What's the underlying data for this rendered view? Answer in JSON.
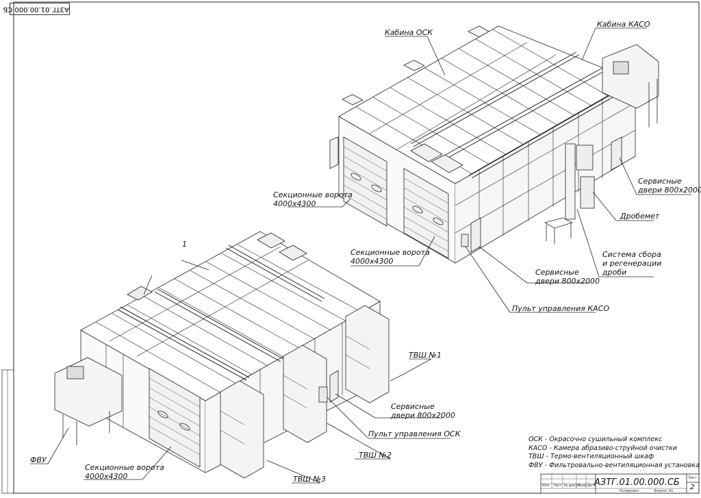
{
  "title_block": {
    "code": "АЗТГ.01.00.000.СБ",
    "corner_code": "АЗТГ.01.00.000.СБ",
    "sheet_label": "Лист",
    "sheet_number": "2",
    "format": "Формат А1",
    "copied": "Копировал",
    "cols": [
      "Изм",
      "Лист",
      "№ докум.",
      "Подп.",
      "Дата"
    ]
  },
  "callouts": {
    "kabina_osk": "Кабина ОСК",
    "kabina_kaso": "Кабина КАСО",
    "servisnye_dveri_top": [
      "Сервисные",
      "двери 800х2000"
    ],
    "drobemet": "Дробемет",
    "sistema_sbora": [
      "Система сбора",
      "и регенерации",
      "дроби"
    ],
    "sektsionnye_vorota_top1": [
      "Секционные ворота",
      "4000х4300"
    ],
    "sektsionnye_vorota_top2": [
      "Секционные ворота",
      "4000х4300"
    ],
    "servisnye_dveri_mid": [
      "Сервисные",
      "двери 800х2000"
    ],
    "pult_kaso": "Пульт управления КАСО",
    "item_1": "1",
    "tvsh_1": "ТВШ №1",
    "servisnye_dveri_low": [
      "Сервисные",
      "двери 800х2000"
    ],
    "pult_osk": "Пульт управления ОСК",
    "tvsh_2": "ТВШ №2",
    "tvsh_3": "ТВШ №3",
    "fvu": "ФВУ",
    "sektsionnye_vorota_low": [
      "Секционные ворота",
      "4000х4300"
    ]
  },
  "legend": [
    "ОСК - Окрасочно сушильный комплекс",
    "КАСО - Камера абразиво-струйной очистки",
    "ТВШ - Термо-вентиляционный шкаф",
    "ФВУ - Фильтровально-вентиляционная установка"
  ]
}
